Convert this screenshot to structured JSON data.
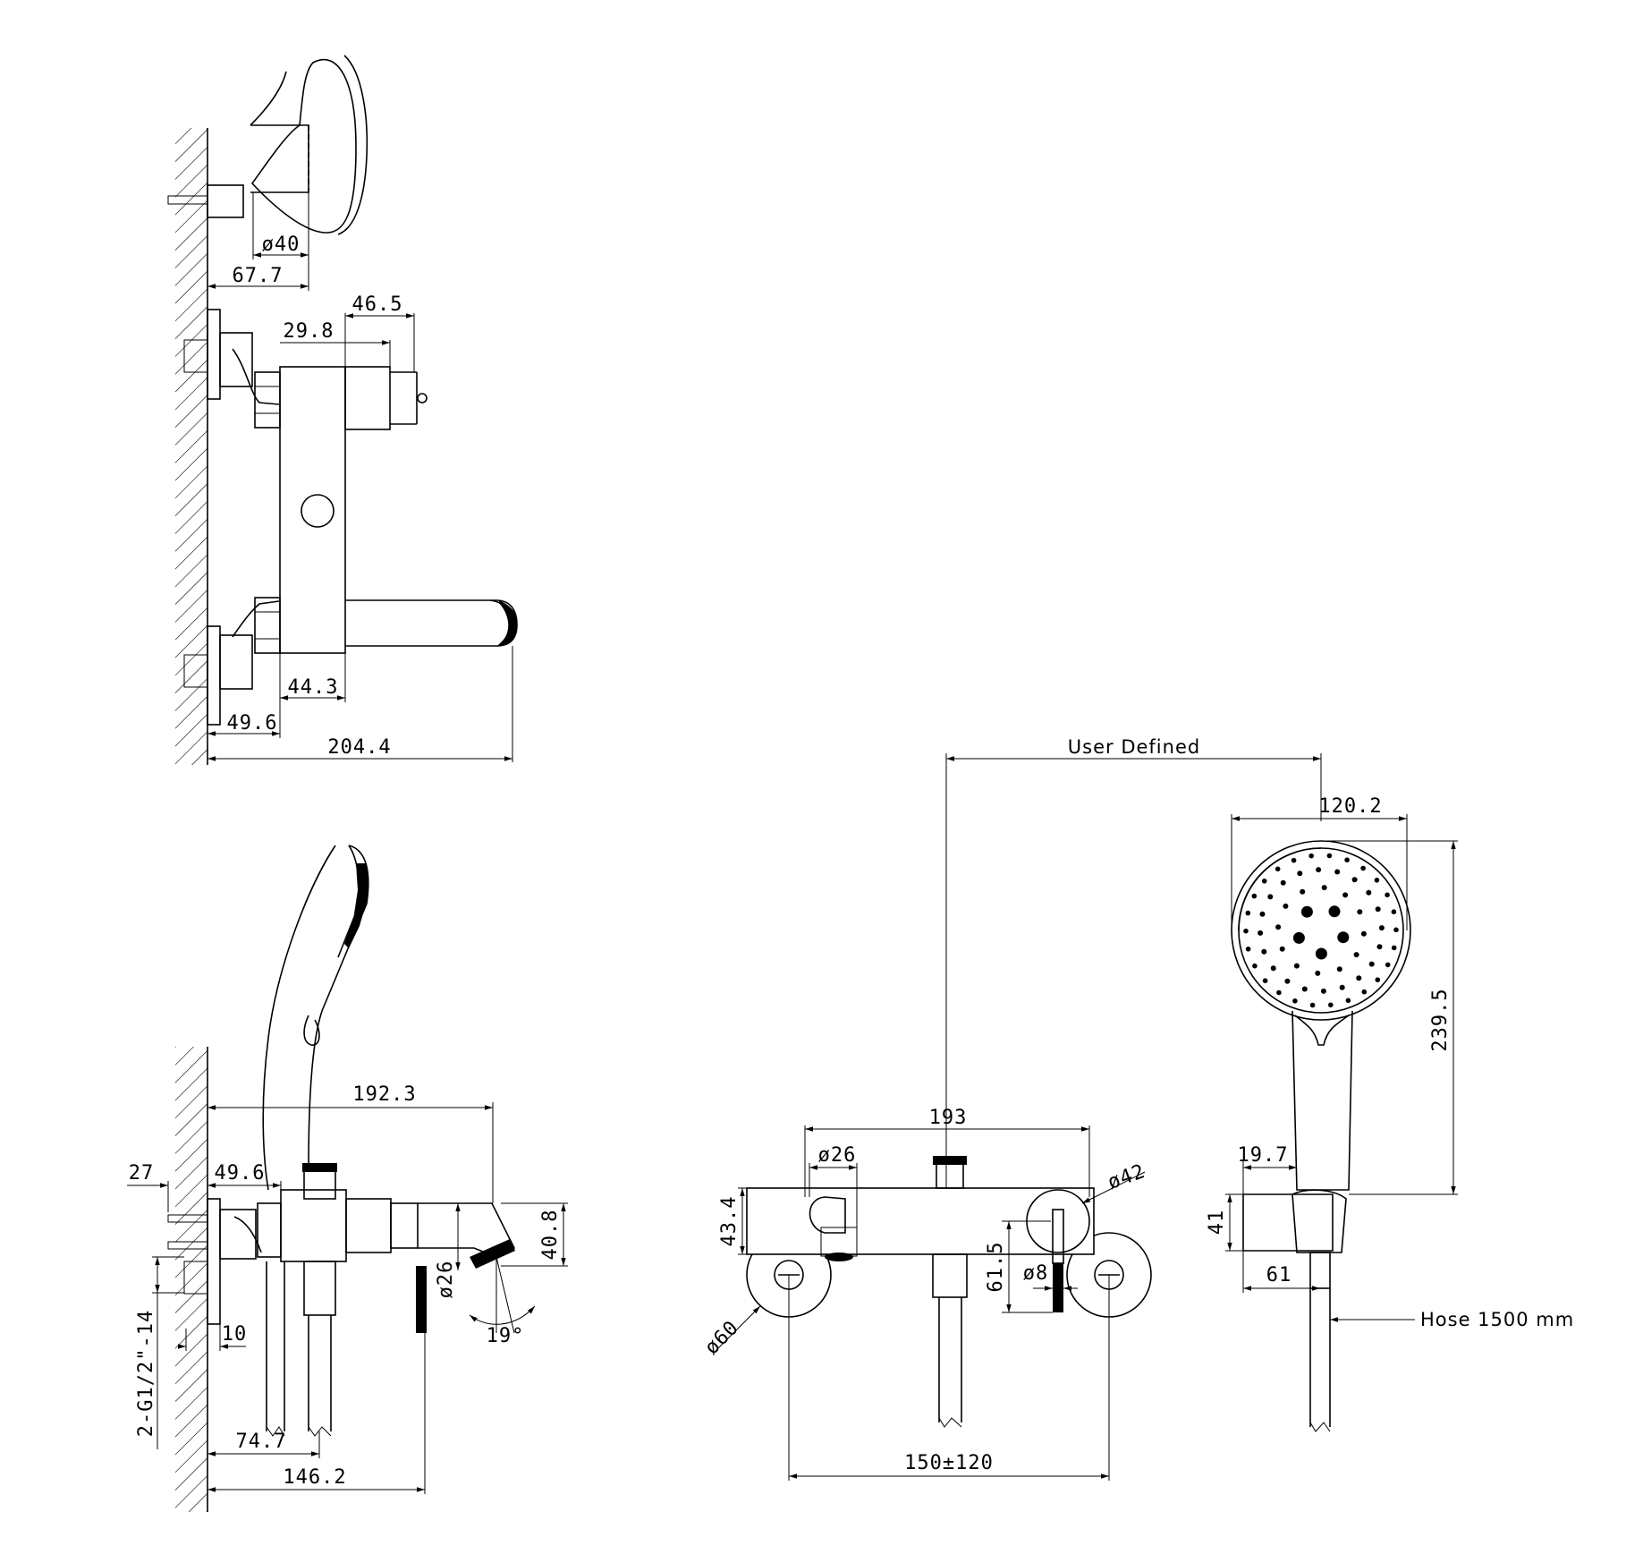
{
  "colors": {
    "line": "#000000",
    "background": "#ffffff"
  },
  "side_view_top": {
    "d_outlet": "ø40",
    "d_67_7": "67.7",
    "d_46_5": "46.5",
    "d_29_8": "29.8",
    "d_44_3": "44.3",
    "d_49_6": "49.6",
    "d_204_4": "204.4"
  },
  "side_view_bottom": {
    "d_192_3": "192.3",
    "d_27": "27",
    "d_49_6": "49.6",
    "d_40_8": "40.8",
    "d_26": "ø26",
    "d_19deg": "19°",
    "d_10": "10",
    "d_thread": "2-G1/2\"-14",
    "d_74_7": "74.7",
    "d_146_2": "146.2"
  },
  "front_view": {
    "user_defined": "User Defined",
    "d_193": "193",
    "d_26": "ø26",
    "d_42": "ø42",
    "d_43_4": "43.4",
    "d_61_5": "61.5",
    "d_8": "ø8",
    "d_60": "ø60",
    "d_150_120": "150±120"
  },
  "hand_shower": {
    "d_120_2": "120.2",
    "d_239_5": "239.5",
    "d_19_7": "19.7",
    "d_41": "41",
    "d_61": "61",
    "hose_note": "Hose 1500 mm"
  }
}
